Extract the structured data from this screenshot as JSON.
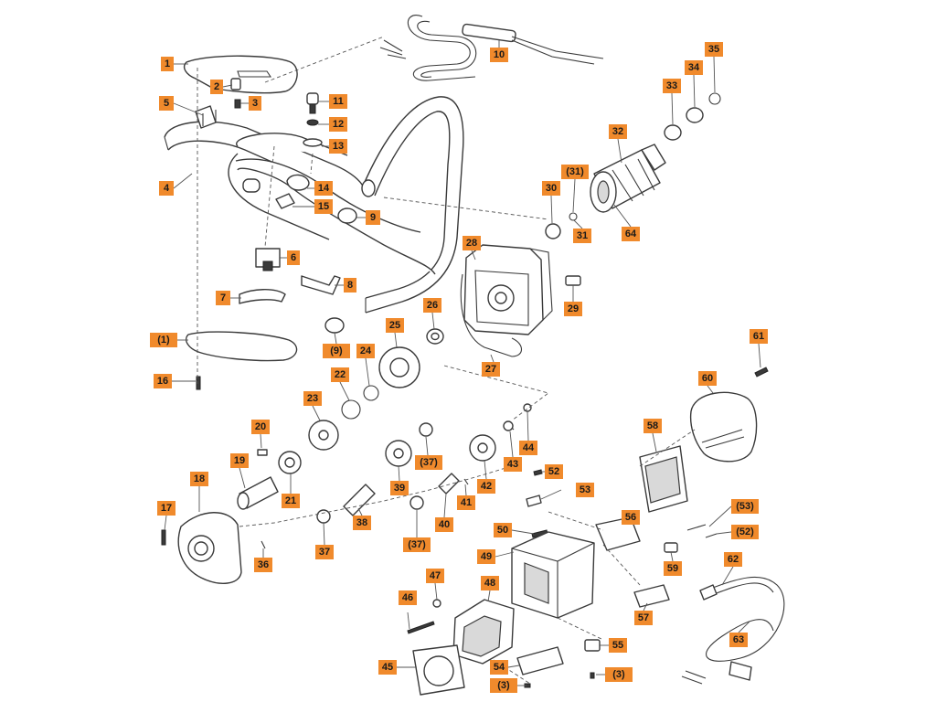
{
  "callouts": [
    {
      "id": "c1",
      "text": "1"
    },
    {
      "id": "c2",
      "text": "2"
    },
    {
      "id": "c3",
      "text": "3"
    },
    {
      "id": "c4",
      "text": "4"
    },
    {
      "id": "c5",
      "text": "5"
    },
    {
      "id": "c6",
      "text": "6"
    },
    {
      "id": "c7",
      "text": "7"
    },
    {
      "id": "c8",
      "text": "8"
    },
    {
      "id": "c9",
      "text": "9"
    },
    {
      "id": "c10",
      "text": "10"
    },
    {
      "id": "c11",
      "text": "11"
    },
    {
      "id": "c12",
      "text": "12"
    },
    {
      "id": "c13",
      "text": "13"
    },
    {
      "id": "c14",
      "text": "14"
    },
    {
      "id": "c15",
      "text": "15"
    },
    {
      "id": "c16",
      "text": "16"
    },
    {
      "id": "c17",
      "text": "17"
    },
    {
      "id": "c18",
      "text": "18"
    },
    {
      "id": "c19",
      "text": "19"
    },
    {
      "id": "c20",
      "text": "20"
    },
    {
      "id": "c21",
      "text": "21"
    },
    {
      "id": "c22",
      "text": "22"
    },
    {
      "id": "c23",
      "text": "23"
    },
    {
      "id": "c24",
      "text": "24"
    },
    {
      "id": "c25",
      "text": "25"
    },
    {
      "id": "c26",
      "text": "26"
    },
    {
      "id": "c27",
      "text": "27"
    },
    {
      "id": "c28",
      "text": "28"
    },
    {
      "id": "c29",
      "text": "29"
    },
    {
      "id": "c30",
      "text": "30"
    },
    {
      "id": "c31p",
      "text": "(31)"
    },
    {
      "id": "c31",
      "text": "31"
    },
    {
      "id": "c32",
      "text": "32"
    },
    {
      "id": "c33",
      "text": "33"
    },
    {
      "id": "c34",
      "text": "34"
    },
    {
      "id": "c35",
      "text": "35"
    },
    {
      "id": "c36",
      "text": "36"
    },
    {
      "id": "c37",
      "text": "37"
    },
    {
      "id": "c37pa",
      "text": "(37)"
    },
    {
      "id": "c37pb",
      "text": "(37)"
    },
    {
      "id": "c38",
      "text": "38"
    },
    {
      "id": "c39",
      "text": "39"
    },
    {
      "id": "c40",
      "text": "40"
    },
    {
      "id": "c41",
      "text": "41"
    },
    {
      "id": "c42",
      "text": "42"
    },
    {
      "id": "c43",
      "text": "43"
    },
    {
      "id": "c44",
      "text": "44"
    },
    {
      "id": "c45",
      "text": "45"
    },
    {
      "id": "c46",
      "text": "46"
    },
    {
      "id": "c47",
      "text": "47"
    },
    {
      "id": "c48",
      "text": "48"
    },
    {
      "id": "c49",
      "text": "49"
    },
    {
      "id": "c50",
      "text": "50"
    },
    {
      "id": "c52",
      "text": "52"
    },
    {
      "id": "c52p",
      "text": "(52)"
    },
    {
      "id": "c53",
      "text": "53"
    },
    {
      "id": "c53p",
      "text": "(53)"
    },
    {
      "id": "c54",
      "text": "54"
    },
    {
      "id": "c55",
      "text": "55"
    },
    {
      "id": "c56",
      "text": "56"
    },
    {
      "id": "c57",
      "text": "57"
    },
    {
      "id": "c58",
      "text": "58"
    },
    {
      "id": "c59",
      "text": "59"
    },
    {
      "id": "c60",
      "text": "60"
    },
    {
      "id": "c61",
      "text": "61"
    },
    {
      "id": "c62",
      "text": "62"
    },
    {
      "id": "c63",
      "text": "63"
    },
    {
      "id": "c64",
      "text": "64"
    },
    {
      "id": "c1p",
      "text": "(1)"
    },
    {
      "id": "c9p",
      "text": "(9)"
    },
    {
      "id": "c3pa",
      "text": "(3)"
    },
    {
      "id": "c3pb",
      "text": "(3)"
    }
  ]
}
